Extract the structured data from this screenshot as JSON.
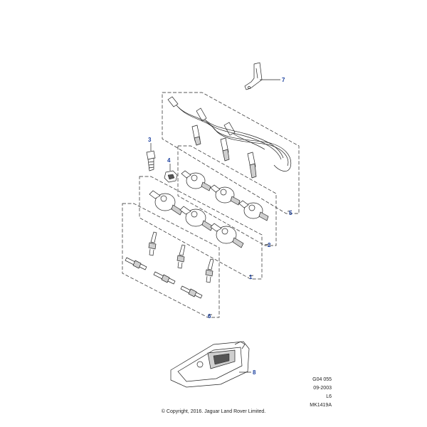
{
  "callouts": [
    {
      "id": "c7",
      "label": "7"
    },
    {
      "id": "c3",
      "label": "3"
    },
    {
      "id": "c4",
      "label": "4"
    },
    {
      "id": "c5",
      "label": "5"
    },
    {
      "id": "c2",
      "label": "2"
    },
    {
      "id": "c1",
      "label": "1"
    },
    {
      "id": "c6",
      "label": "6"
    },
    {
      "id": "c8",
      "label": "8"
    }
  ],
  "meta": {
    "figure_code": "G04 055",
    "date": "09-2003",
    "engine": "L6",
    "drawing_ref": "MK1419A"
  },
  "copyright": "© Copyright, 2016. Jaguar Land Rover Limited.",
  "colors": {
    "callout": "#1a3f9e",
    "line": "#222222",
    "shade": "#cfcfcf"
  }
}
